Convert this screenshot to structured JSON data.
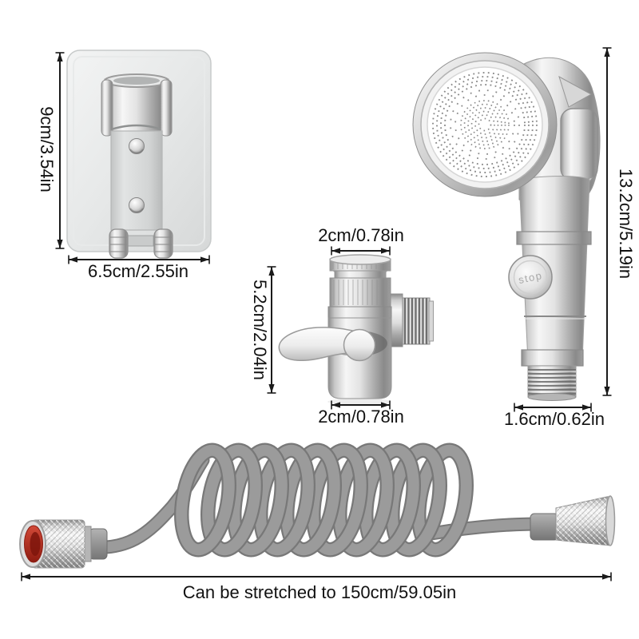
{
  "labels": {
    "bracket_height": "9cm/3.54in",
    "bracket_width": "6.5cm/2.55in",
    "valve_top_width": "2cm/0.78in",
    "valve_height": "5.2cm/2.04in",
    "valve_bottom_width": "2cm/0.78in",
    "head_height": "13.2cm/5.19in",
    "head_connector_width": "1.6cm/0.62in",
    "hose_stretch": "Can be stretched to 150cm/59.05in",
    "stop_button": "stop"
  },
  "colors": {
    "background": "#ffffff",
    "dimension_line": "#1a1a1a",
    "label_text": "#111111",
    "chrome_highlight": "#f5f5f5",
    "chrome_shadow": "#8a8a8a",
    "hose_gray": "#9b9b9b",
    "gasket_red": "#b02a1e"
  }
}
